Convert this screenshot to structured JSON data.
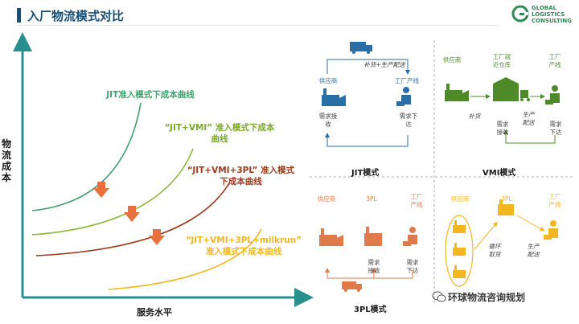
{
  "page": {
    "title": "入厂物流模式对比",
    "logo": [
      "GLOBAL",
      "LOGISTICS",
      "CONSULTING"
    ],
    "watermark": "环球物流咨询规划"
  },
  "cost_chart": {
    "y_label": "物流成本",
    "x_label": "服务水平",
    "curves": [
      {
        "label": [
          "JIT准入模式下成本曲线"
        ],
        "color": "#3ea06a"
      },
      {
        "label": [
          "“JIT+VMI” 准入模式下成本",
          "曲线"
        ],
        "color": "#8ab83a"
      },
      {
        "label": [
          "“JIT+VMI+3PL” 准入模式",
          "下成本曲线"
        ],
        "color": "#9a3a1a"
      },
      {
        "label": [
          "“JIT+VMI+3PL+milkrun”",
          "准入模式下成本曲线"
        ],
        "color": "#f2b620"
      }
    ]
  },
  "quadrants": {
    "jit": {
      "name": "JIT模式",
      "top_flow": "补货+生产配送",
      "supplier": "供应商",
      "line": "工厂产线",
      "demand_receive": [
        "需求接",
        "收"
      ],
      "demand_issue": [
        "需求下",
        "达"
      ]
    },
    "vmi": {
      "name": "VMI模式",
      "supplier": "供应商",
      "warehouse": [
        "工厂就",
        "近仓库"
      ],
      "line": [
        "工厂",
        "产线"
      ],
      "replenish": "补货",
      "production_delivery": [
        "生产",
        "配送"
      ],
      "demand_receive": [
        "需求",
        "接收"
      ],
      "demand_issue": [
        "需求",
        "下达"
      ]
    },
    "tpl": {
      "name": "3PL模式",
      "supplier": "供应商",
      "tpl": "3PL",
      "line": [
        "工厂",
        "产线"
      ],
      "demand_receive": [
        "需求",
        "接收"
      ],
      "demand_issue": [
        "需求",
        "下达"
      ]
    },
    "milkrun": {
      "supplier": "供应商",
      "tpl": "3PL",
      "line": [
        "工厂",
        "产线"
      ],
      "cycle_pickup": [
        "循环",
        "取货"
      ],
      "production_delivery": [
        "生产",
        "配送"
      ]
    }
  },
  "colors": {
    "blue": "#2a6ea6",
    "green": "#4e8a2a",
    "orange": "#e07a4a",
    "gold": "#f2b620",
    "arrow": "#e07a4a"
  }
}
